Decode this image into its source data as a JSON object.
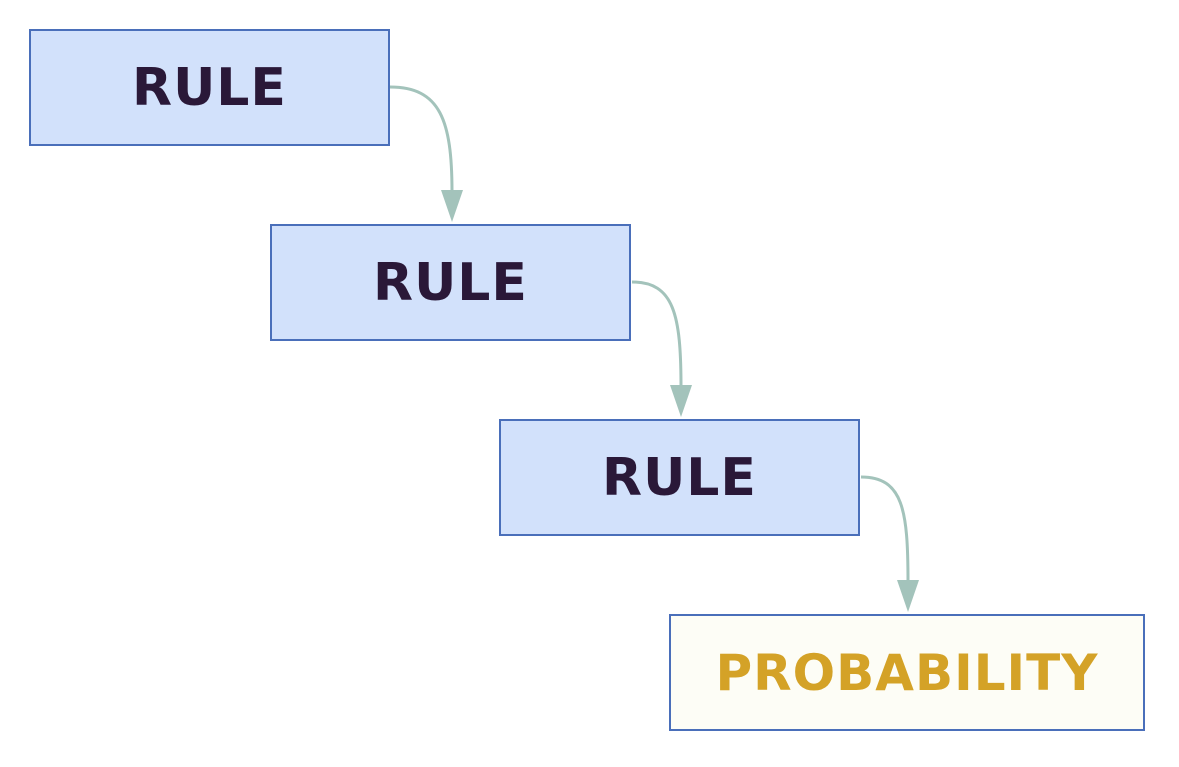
{
  "diagram": {
    "nodes": [
      {
        "id": "rule-1",
        "label": "RULE",
        "kind": "rule"
      },
      {
        "id": "rule-2",
        "label": "RULE",
        "kind": "rule"
      },
      {
        "id": "rule-3",
        "label": "RULE",
        "kind": "rule"
      },
      {
        "id": "probability",
        "label": "PROBABILITY",
        "kind": "outcome"
      }
    ],
    "edges": [
      {
        "from": "rule-1",
        "to": "rule-2"
      },
      {
        "from": "rule-2",
        "to": "rule-3"
      },
      {
        "from": "rule-3",
        "to": "probability"
      }
    ],
    "colors": {
      "rule_fill": "#d2e1fb",
      "rule_border": "#4a6fba",
      "rule_text": "#2a1838",
      "outcome_fill": "#fdfdf6",
      "outcome_text": "#d4a227",
      "arrow": "#a3c3bb"
    }
  }
}
